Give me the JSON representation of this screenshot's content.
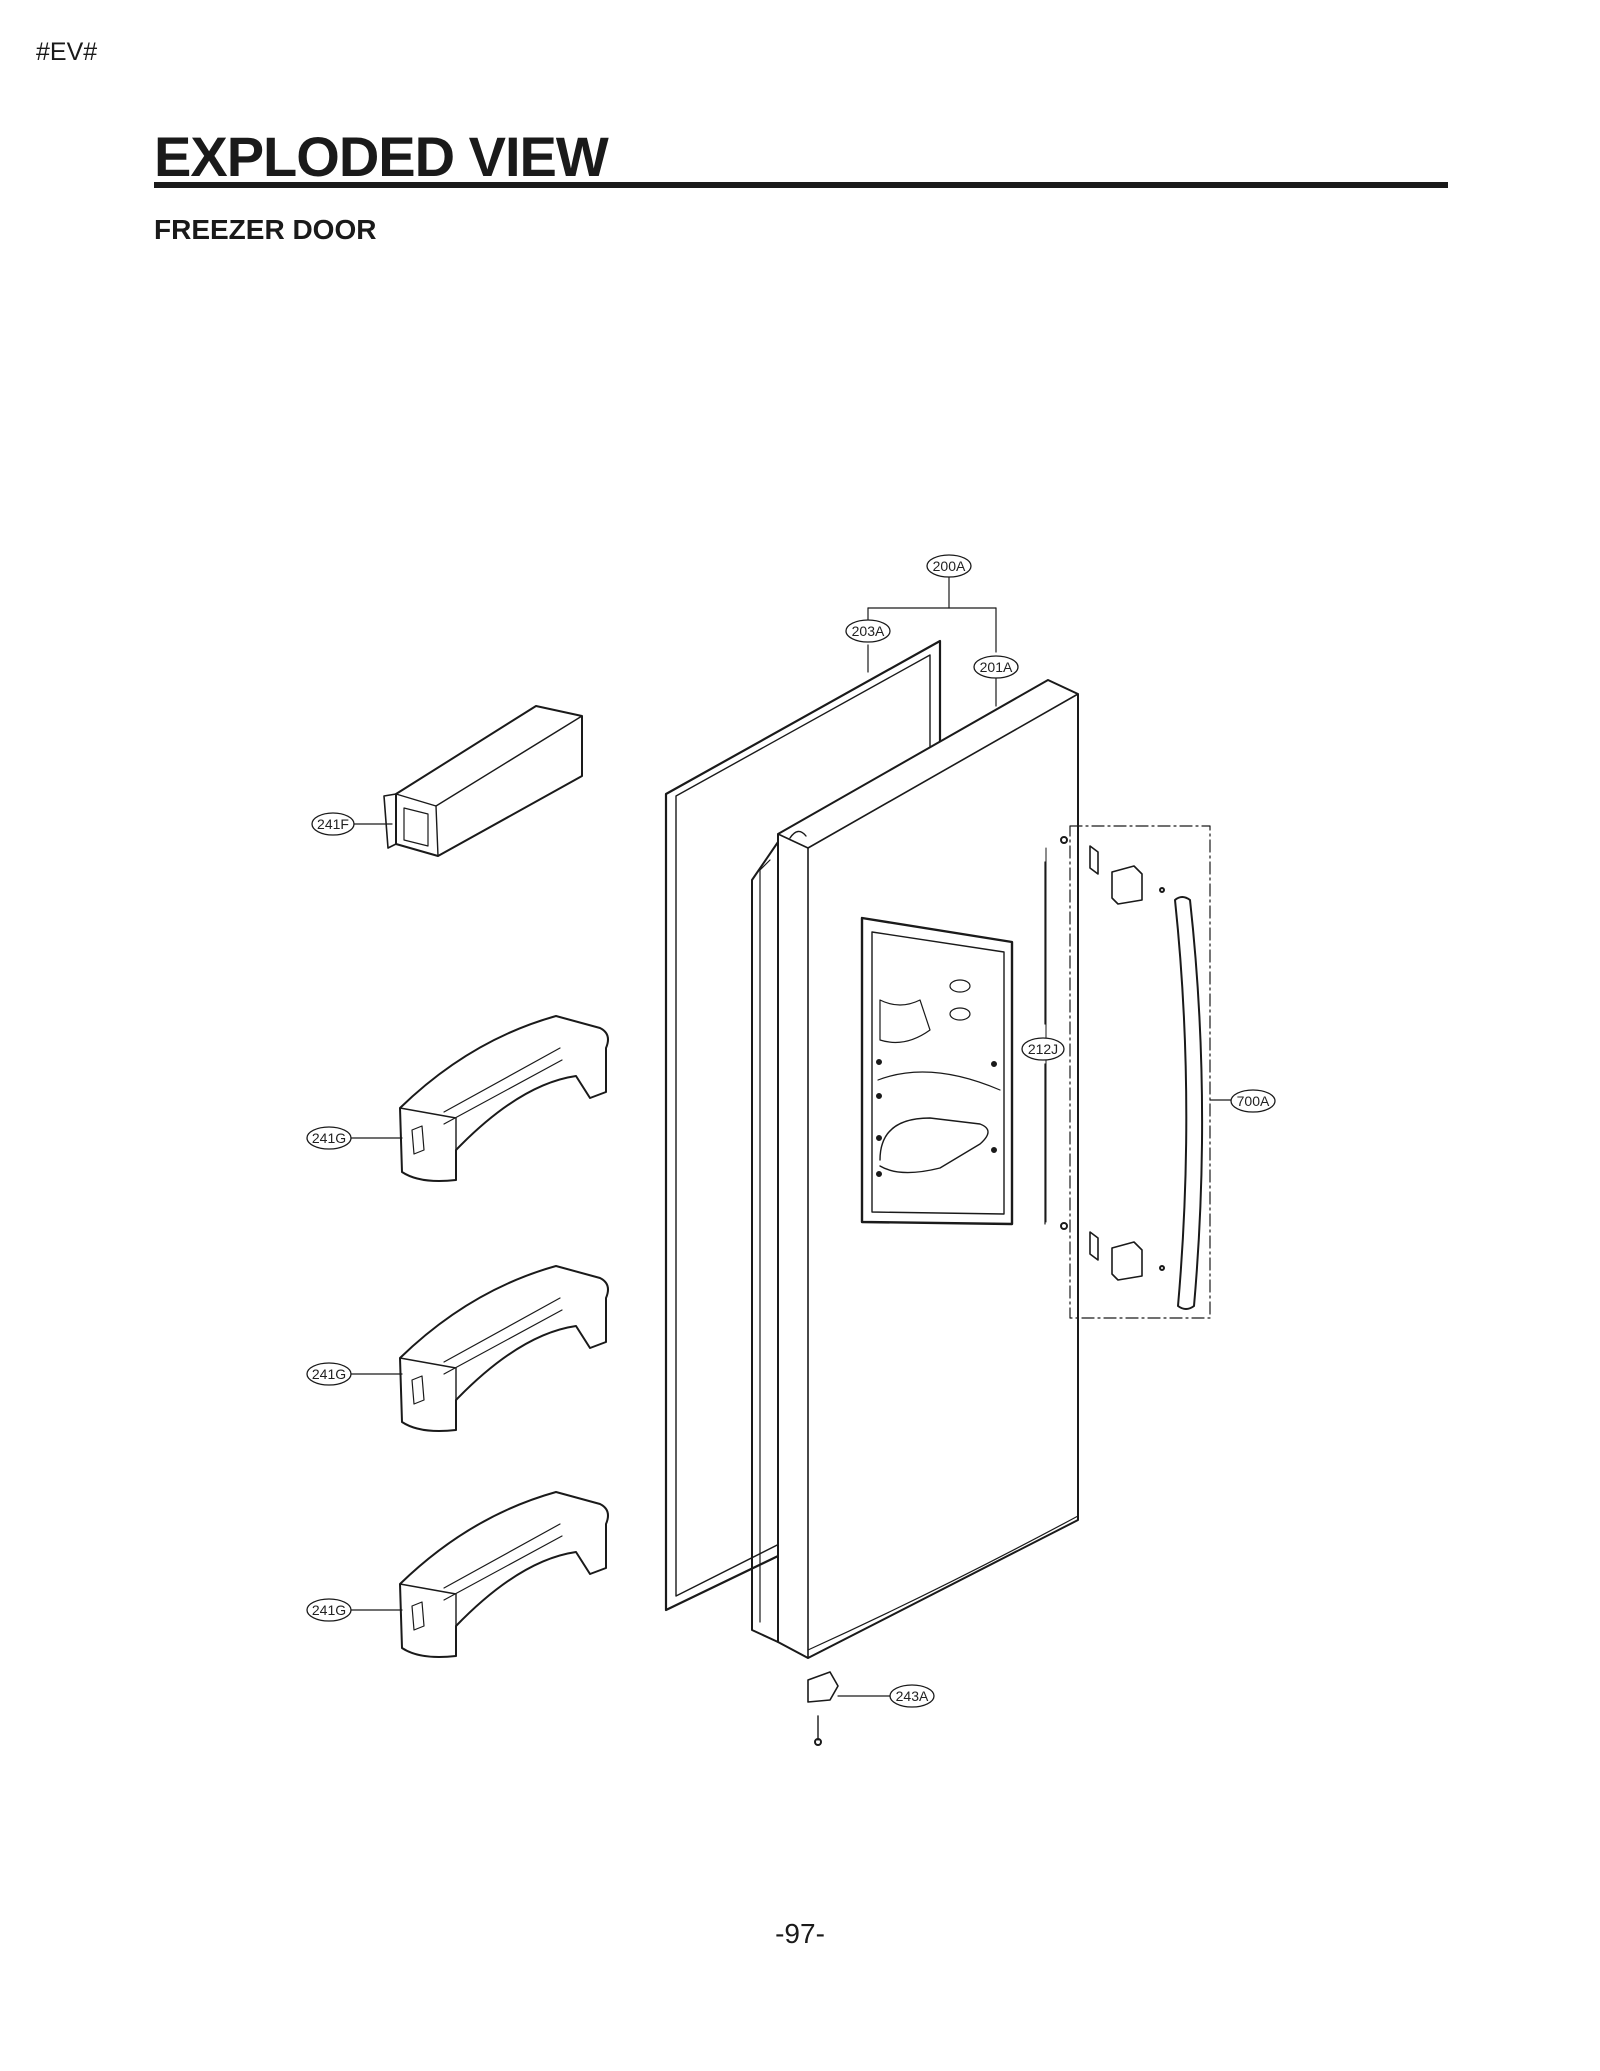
{
  "header": {
    "tag": "#EV#",
    "title": "EXPLODED VIEW",
    "subtitle": "FREEZER DOOR"
  },
  "callouts": {
    "c200A": "200A",
    "c203A": "203A",
    "c201A": "201A",
    "c241F": "241F",
    "c212J": "212J",
    "c700A": "700A",
    "c241G_1": "241G",
    "c241G_2": "241G",
    "c241G_3": "241G",
    "c243A": "243A"
  },
  "footer": {
    "page_number": "-97-"
  }
}
